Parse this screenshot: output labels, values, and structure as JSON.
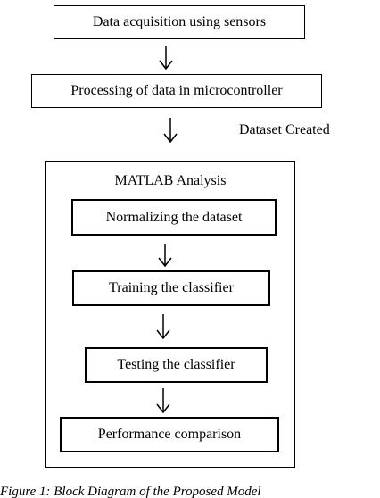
{
  "flow": {
    "step1": "Data acquisition using sensors",
    "step2": "Processing of data in microcontroller",
    "side_note": "Dataset Created",
    "analysis": {
      "title": "MATLAB Analysis",
      "step1": "Normalizing the dataset",
      "step2": "Training the classifier",
      "step3": "Testing the classifier",
      "step4": "Performance comparison"
    }
  },
  "caption": "Figure 1: Block Diagram of the Proposed Model"
}
